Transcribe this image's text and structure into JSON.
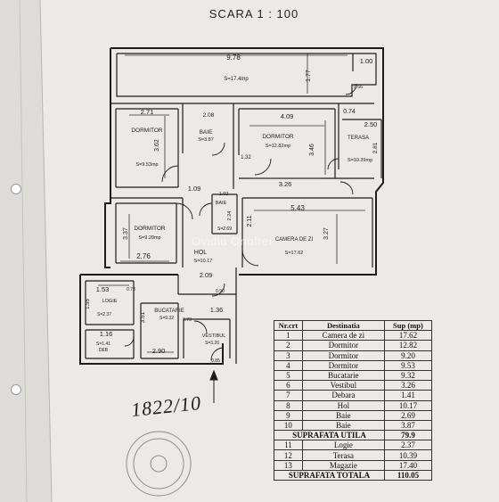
{
  "header": {
    "scale_label": "SCARA 1 : 100"
  },
  "watermark": "Ovidiu Onofrei",
  "handwritten_note": "1822/10",
  "plan": {
    "rooms": {
      "magazie": {
        "area": "S=17.4mp",
        "w": "9.78",
        "h": "1.77",
        "extra": "1.00"
      },
      "dormitor_a": {
        "label": "DORMITOR",
        "area": "S=9.53mp",
        "w": "2.71",
        "h": "3.62",
        "door": "180\n120"
      },
      "baie_a": {
        "label": "BAIE",
        "area": "S=3.87",
        "w": "2.08"
      },
      "dormitor_b": {
        "label": "DORMITOR",
        "area": "S=12.82mp",
        "w": "4.09",
        "h": "3.46",
        "w2": "3.26"
      },
      "terasa": {
        "label": "TERASA",
        "area": "S=10.39mp",
        "w": "2.50",
        "h": "2.81",
        "small": "0.74"
      },
      "baie_b": {
        "label": "BAIE",
        "area": "S=2.69",
        "w": "1.02",
        "h": "2.24"
      },
      "dormitor_c": {
        "label": "DORMITOR",
        "area": "S=9.20mp",
        "w": "2.76",
        "h": "3.37"
      },
      "hol": {
        "label": "HOL",
        "area": "S=10.17",
        "w": "2.09",
        "dim": "1.09"
      },
      "camera_zi": {
        "label": "CAMERA DE ZI",
        "area": "S=17.62",
        "w": "5.43",
        "h": "3.27",
        "h2": "2.11"
      },
      "logie": {
        "label": "LOGIE",
        "area": "S=2.37",
        "w": "1.53",
        "h": "1.55"
      },
      "bucatarie": {
        "label": "BUCATARIE",
        "area": "S=9.32",
        "w": "2.90",
        "h": "3.51"
      },
      "debara": {
        "label": "DEB",
        "area": "S=1.41",
        "w": "1.16"
      },
      "vestibul": {
        "label": "VESTIBUL",
        "area": "S=3.26",
        "w": "1.36"
      }
    },
    "dims": [
      "1.32",
      "0.90",
      "0.73",
      "0.85",
      "0.66",
      "0.78"
    ]
  },
  "table": {
    "headers": [
      "Nr.crt",
      "Destinatia",
      "Sup (mp)"
    ],
    "rows": [
      [
        "1",
        "Camera de zi",
        "17.62"
      ],
      [
        "2",
        "Dormitor",
        "12.82"
      ],
      [
        "3",
        "Dormitor",
        "9.20"
      ],
      [
        "4",
        "Dormitor",
        "9.53"
      ],
      [
        "5",
        "Bucatarie",
        "9.32"
      ],
      [
        "6",
        "Vestibul",
        "3.26"
      ],
      [
        "7",
        "Debara",
        "1.41"
      ],
      [
        "8",
        "Hol",
        "10.17"
      ],
      [
        "9",
        "Baie",
        "2.69"
      ],
      [
        "10",
        "Baie",
        "3.87"
      ]
    ],
    "subtotal": {
      "label": "SUPRAFATA UTILA",
      "value": "79.9"
    },
    "extra_rows": [
      [
        "11",
        "Logie",
        "2.37"
      ],
      [
        "12",
        "Terasa",
        "10.39"
      ],
      [
        "13",
        "Magazie",
        "17.40"
      ]
    ],
    "total": {
      "label": "SUPRAFATA TOTALA",
      "value": "110.05"
    }
  },
  "colors": {
    "paper": "#f4f3f1",
    "margin_paper": "#e3e2df",
    "line": "#1c1c1c"
  }
}
